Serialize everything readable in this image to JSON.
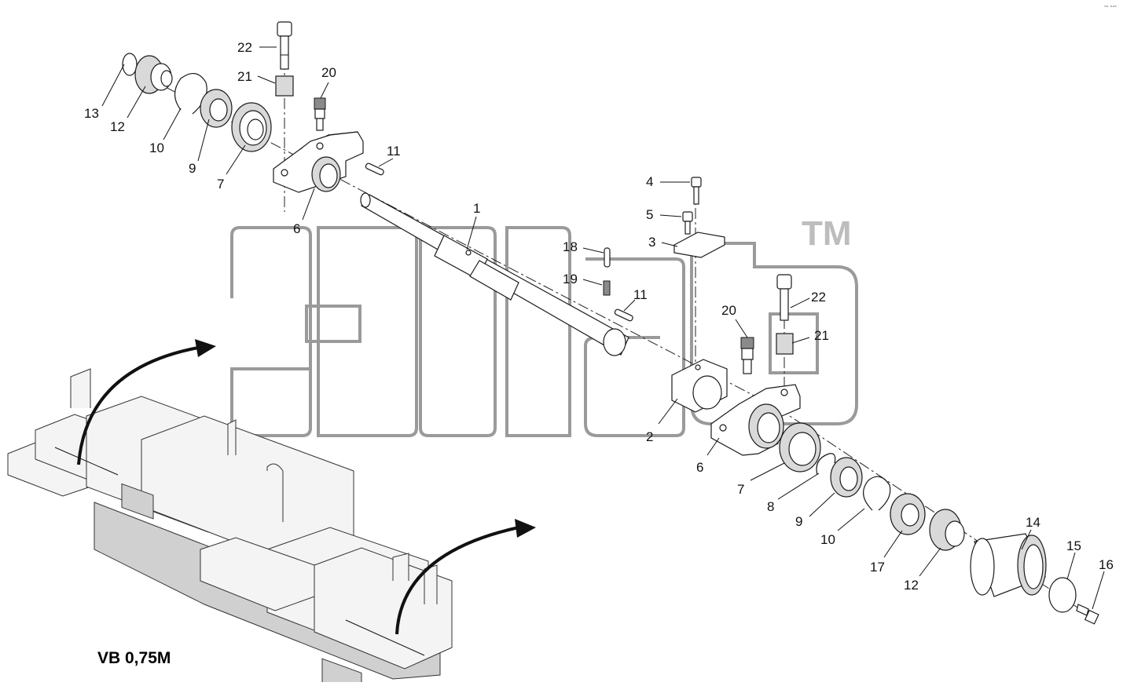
{
  "diagram": {
    "model_label": "VB 0,75M",
    "trademark": "TM",
    "corner_text": "°° °°°",
    "callouts": {
      "c1": "1",
      "c2": "2",
      "c3": "3",
      "c4": "4",
      "c5": "5",
      "c6a": "6",
      "c6b": "6",
      "c7a": "7",
      "c7b": "7",
      "c8": "8",
      "c9a": "9",
      "c9b": "9",
      "c10a": "10",
      "c10b": "10",
      "c11a": "11",
      "c11b": "11",
      "c12a": "12",
      "c12b": "12",
      "c13": "13",
      "c14": "14",
      "c15": "15",
      "c16": "16",
      "c17": "17",
      "c18": "18",
      "c19": "19",
      "c20a": "20",
      "c20b": "20",
      "c21a": "21",
      "c21b": "21",
      "c22a": "22",
      "c22b": "22"
    }
  }
}
